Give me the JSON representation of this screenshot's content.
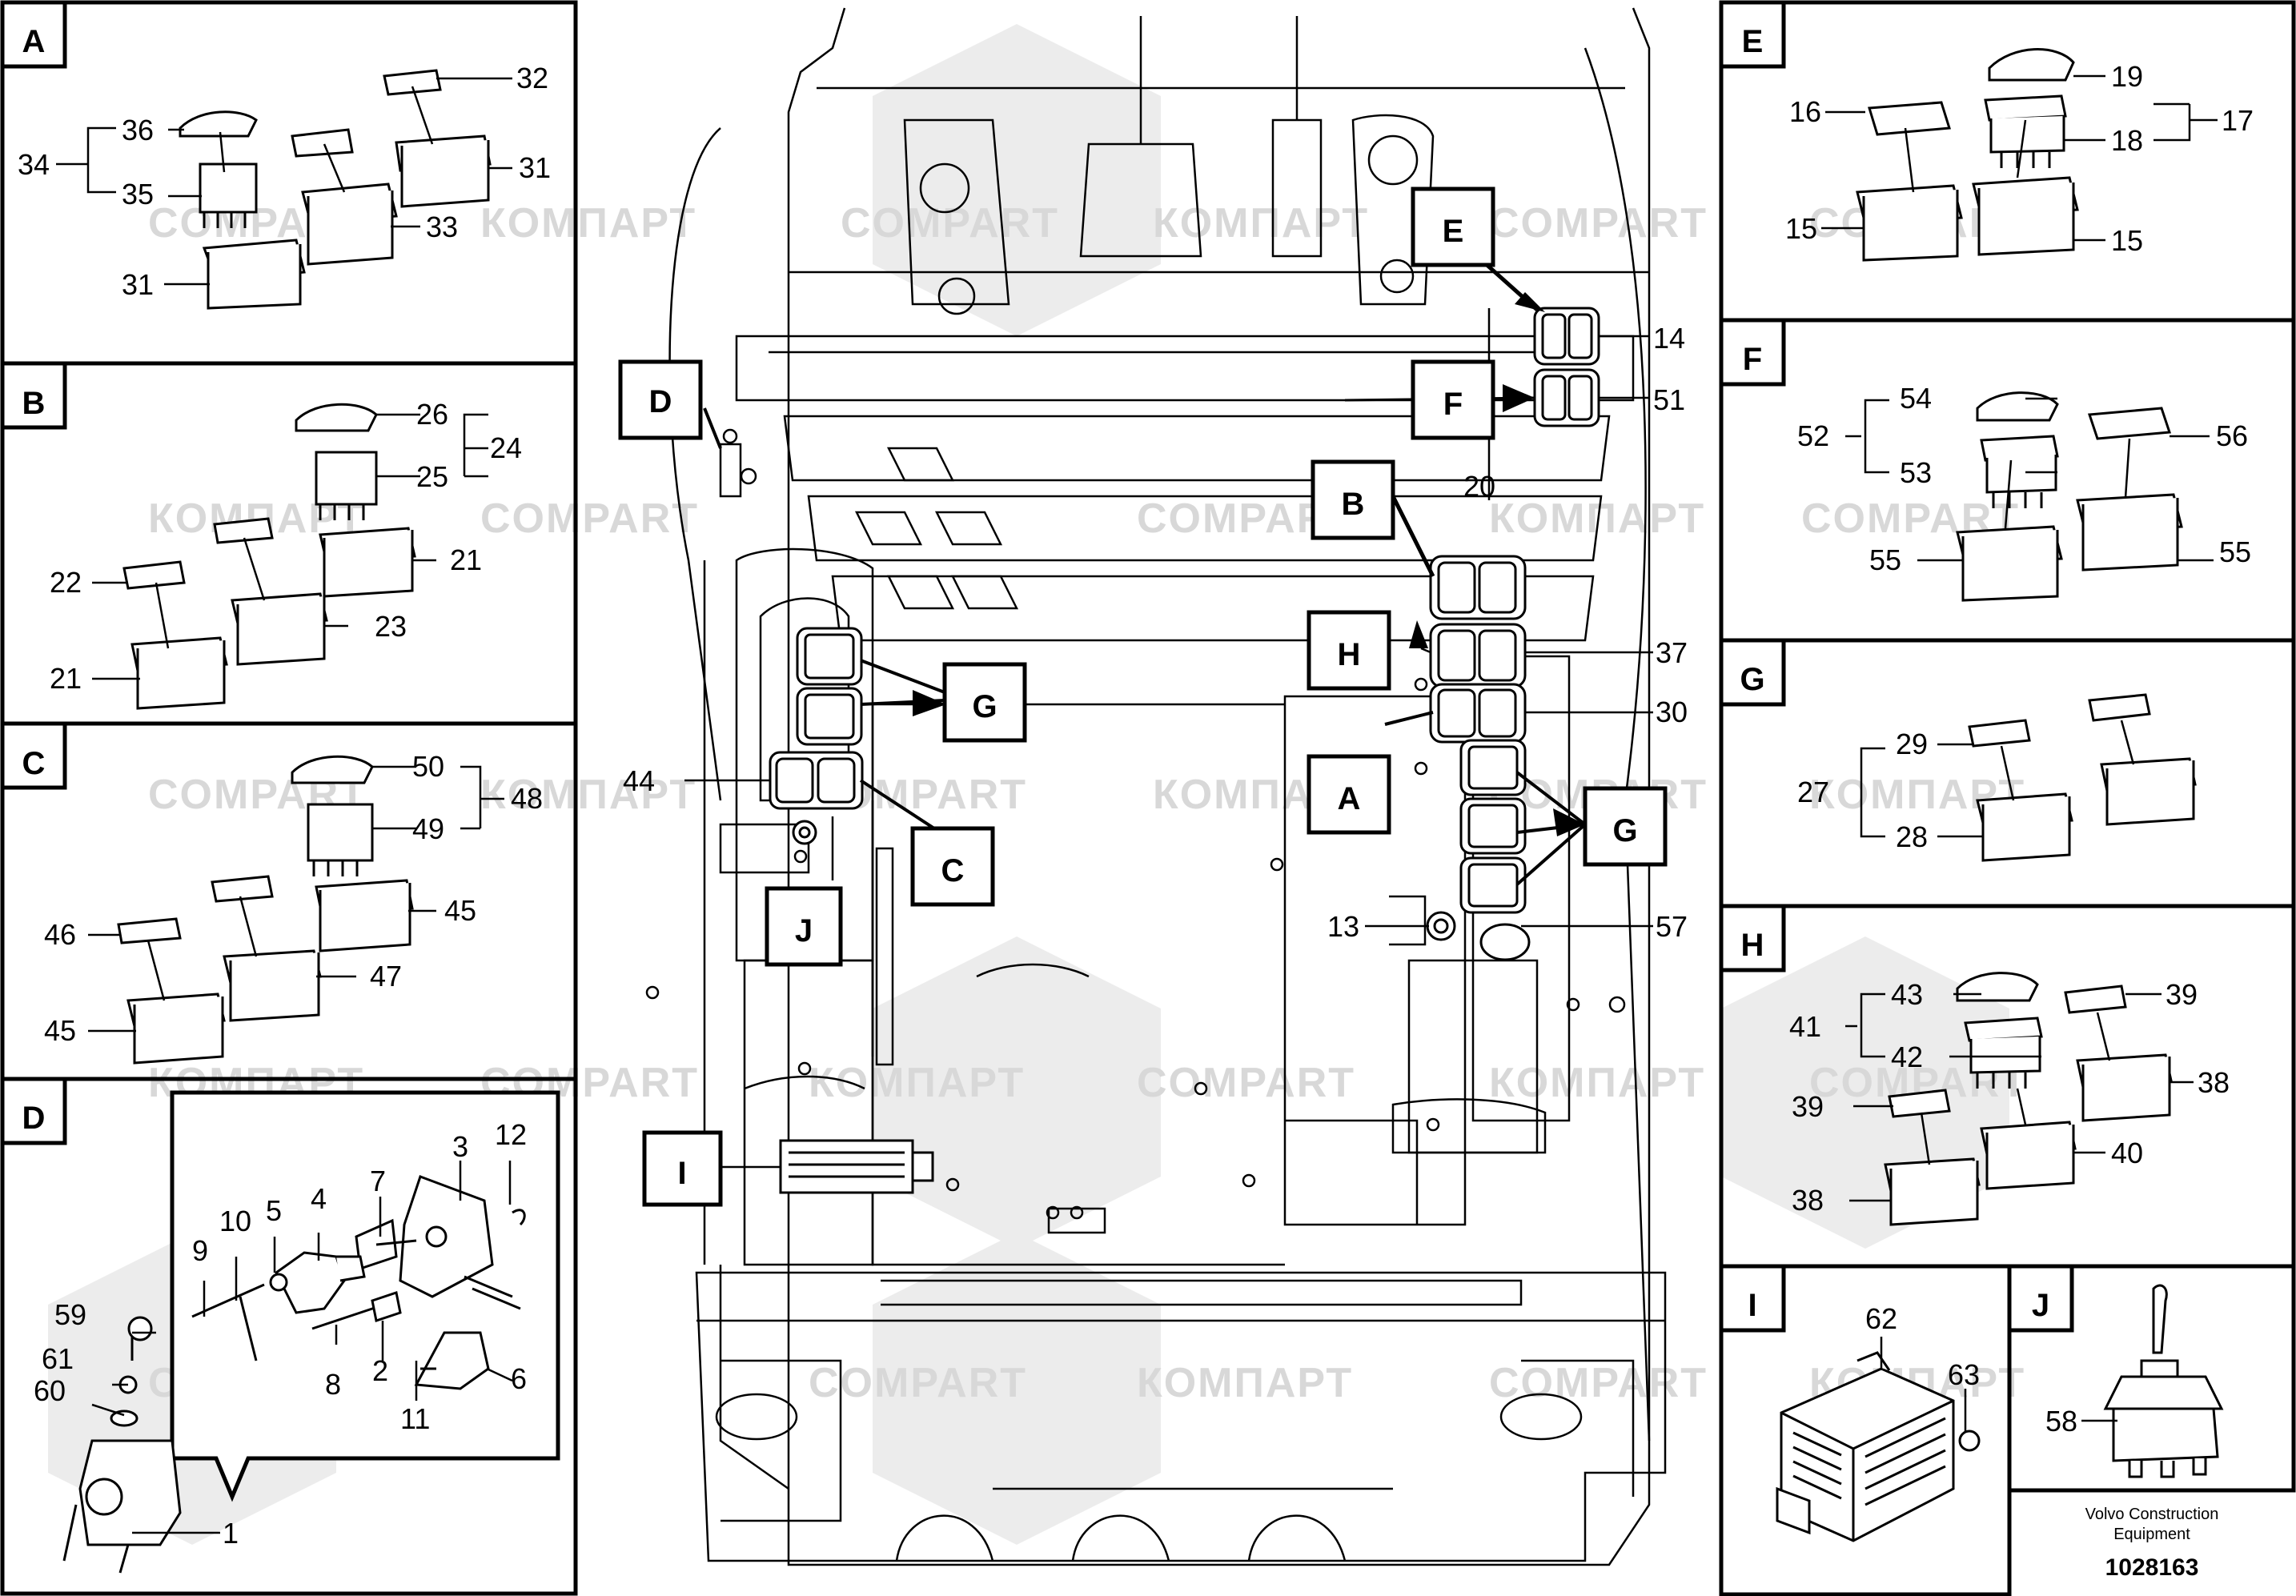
{
  "panels": {
    "A": {
      "letter": "A",
      "labels": [
        "32",
        "36",
        "34",
        "35",
        "31",
        "33",
        "31"
      ]
    },
    "B": {
      "letter": "B",
      "labels": [
        "26",
        "24",
        "25",
        "22",
        "21",
        "23",
        "21"
      ]
    },
    "C": {
      "letter": "C",
      "labels": [
        "50",
        "48",
        "49",
        "46",
        "45",
        "47",
        "45"
      ]
    },
    "D": {
      "letter": "D",
      "labels": [
        "3",
        "12",
        "7",
        "10",
        "5",
        "4",
        "9",
        "59",
        "8",
        "2",
        "6",
        "61",
        "60",
        "11",
        "1"
      ]
    },
    "E": {
      "letter": "E",
      "labels": [
        "19",
        "17",
        "16",
        "18",
        "15",
        "15"
      ]
    },
    "F": {
      "letter": "F",
      "labels": [
        "54",
        "52",
        "56",
        "53",
        "55",
        "55"
      ]
    },
    "G": {
      "letter": "G",
      "labels": [
        "29",
        "27",
        "28"
      ]
    },
    "H": {
      "letter": "H",
      "labels": [
        "43",
        "39",
        "41",
        "42",
        "38",
        "39",
        "40",
        "38"
      ]
    },
    "I": {
      "letter": "I",
      "labels": [
        "62",
        "63"
      ]
    },
    "J": {
      "letter": "J",
      "labels": [
        "58"
      ]
    }
  },
  "center": {
    "callouts": [
      "D",
      "E",
      "F",
      "B",
      "H",
      "G",
      "A",
      "G",
      "C",
      "J",
      "I"
    ],
    "labels": [
      "14",
      "51",
      "20",
      "37",
      "30",
      "44",
      "13",
      "57"
    ]
  },
  "watermark": {
    "latin": "COMPART",
    "cyrillic": "КОМПАРТ"
  },
  "footer": {
    "brand": "Volvo Construction",
    "brand_line2": "Equipment",
    "number": "1028163"
  },
  "colors": {
    "line": "#000000",
    "watermark": "#d8d8d8",
    "background": "#ffffff"
  }
}
